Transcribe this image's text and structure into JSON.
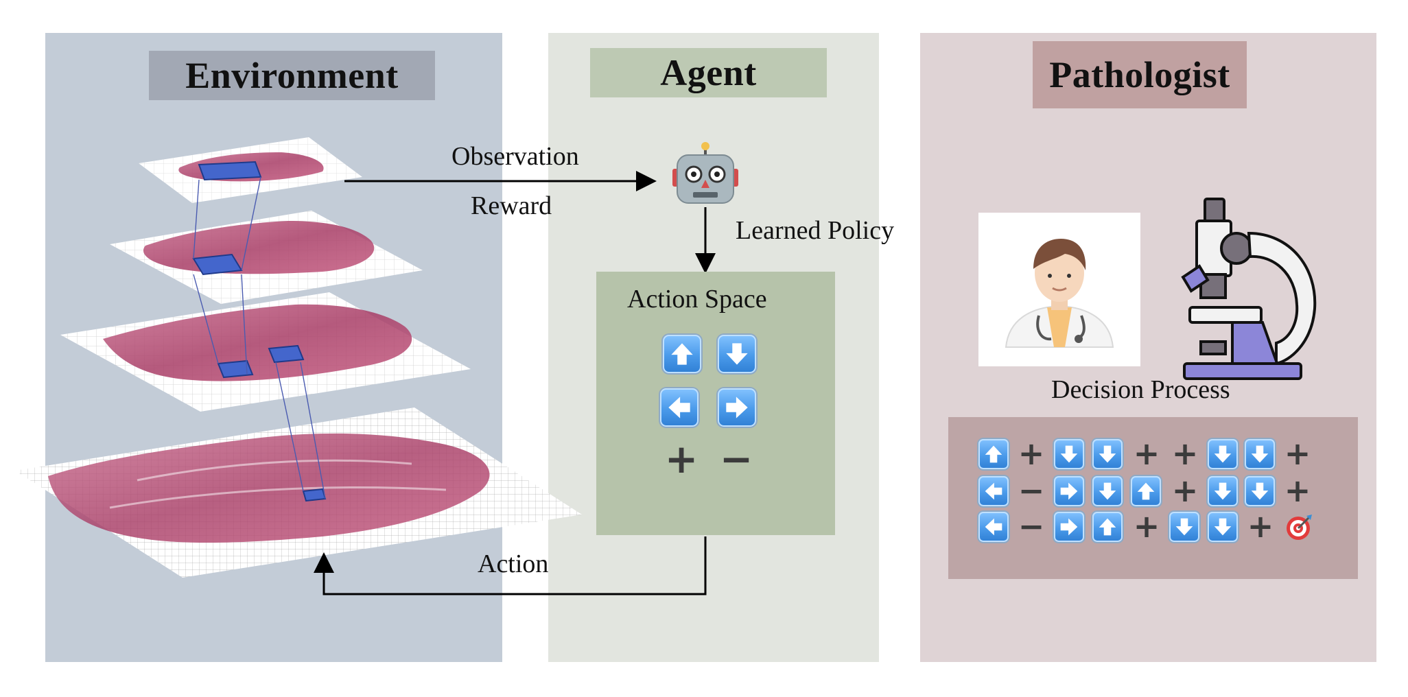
{
  "panels": {
    "environment": {
      "title": "Environment"
    },
    "agent": {
      "title": "Agent"
    },
    "pathologist": {
      "title": "Pathologist"
    }
  },
  "labels": {
    "observation": "Observation",
    "reward": "Reward",
    "learned_policy": "Learned Policy",
    "action_space": "Action Space",
    "action": "Action",
    "decision_process": "Decision Process"
  },
  "action_space_keys": [
    "up",
    "down",
    "left",
    "right",
    "zoom-in",
    "zoom-out"
  ],
  "decision_sequence": [
    [
      "up",
      "+",
      "down",
      "down",
      "+",
      "+",
      "down",
      "down",
      "+"
    ],
    [
      "left",
      "−",
      "right",
      "down",
      "up",
      "+",
      "down",
      "down",
      "+"
    ],
    [
      "left",
      "−",
      "right",
      "up",
      "+",
      "down",
      "down",
      "+",
      "target"
    ]
  ],
  "colors": {
    "environment_panel": "#c3ccd7",
    "agent_panel": "#e2e5df",
    "pathologist_panel": "#dfd3d5",
    "action_box": "#b6c3aa",
    "sequence_box": "#bda5a6",
    "tissue": "#b5476f",
    "patch": "#4466cc"
  },
  "icons": [
    "robot-icon",
    "doctor-icon",
    "microscope-icon",
    "target-icon",
    "arrow-key-icon"
  ]
}
